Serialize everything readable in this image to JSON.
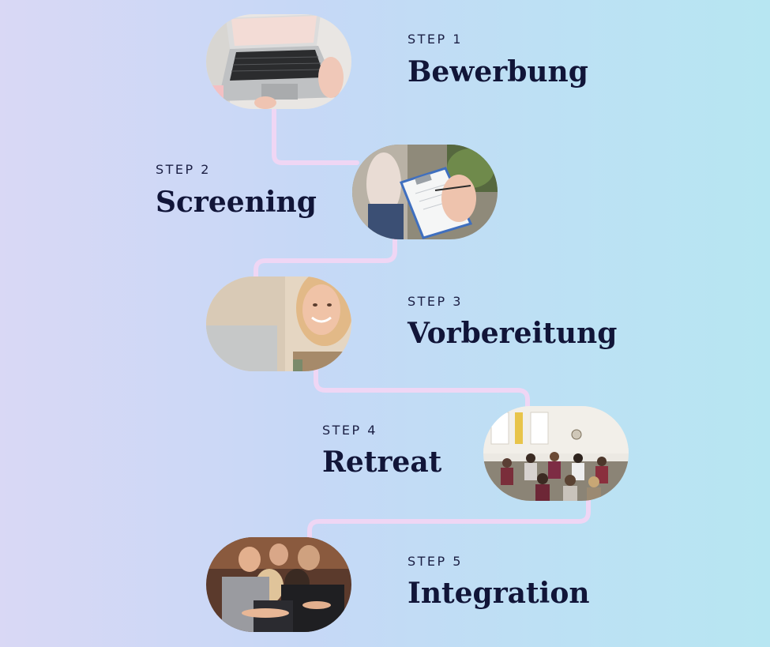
{
  "steps": [
    {
      "label": "STEP 1",
      "title": "Bewerbung",
      "image": "laptop-typing-photo"
    },
    {
      "label": "STEP 2",
      "title": "Screening",
      "image": "clipboard-notes-photo"
    },
    {
      "label": "STEP 3",
      "title": "Vorbereitung",
      "image": "smiling-woman-photo"
    },
    {
      "label": "STEP 4",
      "title": "Retreat",
      "image": "group-circle-room-photo"
    },
    {
      "label": "STEP 5",
      "title": "Integration",
      "image": "group-hug-photo"
    }
  ],
  "colors": {
    "connector": "#efd6f4",
    "title": "#111538",
    "label": "#1b1f44"
  }
}
